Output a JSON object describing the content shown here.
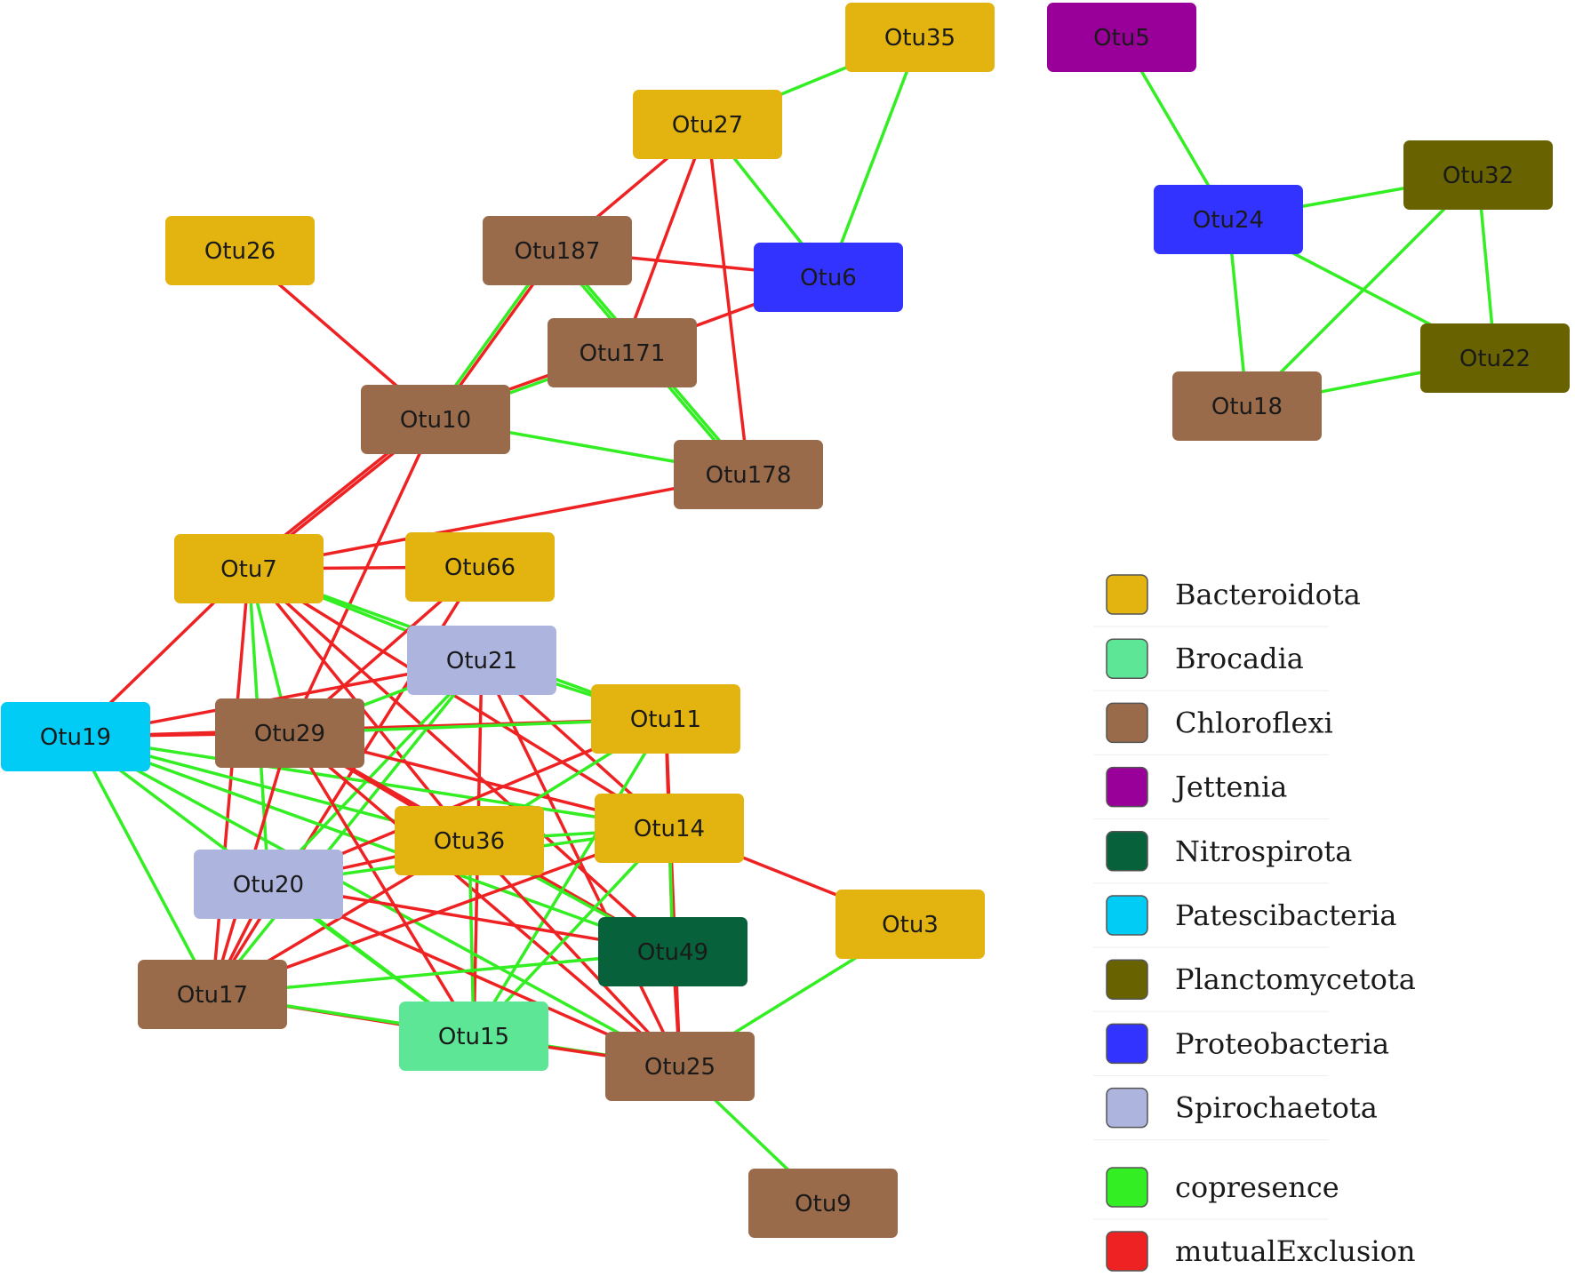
{
  "colors": {
    "copresence": "#33ee22",
    "mutualExclusion": "#ee2222"
  },
  "nodes": [
    {
      "id": "Otu35",
      "label": "Otu35",
      "group": "Bacteroidota"
    },
    {
      "id": "Otu5",
      "label": "Otu5",
      "group": "Jettenia"
    },
    {
      "id": "Otu27",
      "label": "Otu27",
      "group": "Bacteroidota"
    },
    {
      "id": "Otu32",
      "label": "Otu32",
      "group": "Planctomycetota"
    },
    {
      "id": "Otu26",
      "label": "Otu26",
      "group": "Bacteroidota"
    },
    {
      "id": "Otu187",
      "label": "Otu187",
      "group": "Chloroflexi"
    },
    {
      "id": "Otu6",
      "label": "Otu6",
      "group": "Proteobacteria"
    },
    {
      "id": "Otu24",
      "label": "Otu24",
      "group": "Proteobacteria"
    },
    {
      "id": "Otu171",
      "label": "Otu171",
      "group": "Chloroflexi"
    },
    {
      "id": "Otu22",
      "label": "Otu22",
      "group": "Planctomycetota"
    },
    {
      "id": "Otu10",
      "label": "Otu10",
      "group": "Chloroflexi"
    },
    {
      "id": "Otu18",
      "label": "Otu18",
      "group": "Chloroflexi"
    },
    {
      "id": "Otu178",
      "label": "Otu178",
      "group": "Chloroflexi"
    },
    {
      "id": "Otu7",
      "label": "Otu7",
      "group": "Bacteroidota"
    },
    {
      "id": "Otu66",
      "label": "Otu66",
      "group": "Bacteroidota"
    },
    {
      "id": "Otu21",
      "label": "Otu21",
      "group": "Spirochaetota"
    },
    {
      "id": "Otu19",
      "label": "Otu19",
      "group": "Patescibacteria"
    },
    {
      "id": "Otu29",
      "label": "Otu29",
      "group": "Chloroflexi"
    },
    {
      "id": "Otu11",
      "label": "Otu11",
      "group": "Bacteroidota"
    },
    {
      "id": "Otu36",
      "label": "Otu36",
      "group": "Bacteroidota"
    },
    {
      "id": "Otu14",
      "label": "Otu14",
      "group": "Bacteroidota"
    },
    {
      "id": "Otu20",
      "label": "Otu20",
      "group": "Spirochaetota"
    },
    {
      "id": "Otu3",
      "label": "Otu3",
      "group": "Bacteroidota"
    },
    {
      "id": "Otu49",
      "label": "Otu49",
      "group": "Nitrospirota"
    },
    {
      "id": "Otu17",
      "label": "Otu17",
      "group": "Chloroflexi"
    },
    {
      "id": "Otu15",
      "label": "Otu15",
      "group": "Brocadia"
    },
    {
      "id": "Otu25",
      "label": "Otu25",
      "group": "Chloroflexi"
    },
    {
      "id": "Otu9",
      "label": "Otu9",
      "group": "Chloroflexi"
    }
  ],
  "edges": [
    {
      "source": "Otu35",
      "target": "Otu27",
      "type": "copresence"
    },
    {
      "source": "Otu35",
      "target": "Otu6",
      "type": "copresence"
    },
    {
      "source": "Otu27",
      "target": "Otu6",
      "type": "copresence"
    },
    {
      "source": "Otu27",
      "target": "Otu187",
      "type": "mutualExclusion"
    },
    {
      "source": "Otu27",
      "target": "Otu171",
      "type": "mutualExclusion"
    },
    {
      "source": "Otu27",
      "target": "Otu178",
      "type": "mutualExclusion"
    },
    {
      "source": "Otu5",
      "target": "Otu24",
      "type": "copresence"
    },
    {
      "source": "Otu24",
      "target": "Otu32",
      "type": "copresence"
    },
    {
      "source": "Otu24",
      "target": "Otu22",
      "type": "copresence"
    },
    {
      "source": "Otu24",
      "target": "Otu18",
      "type": "copresence"
    },
    {
      "source": "Otu32",
      "target": "Otu22",
      "type": "copresence"
    },
    {
      "source": "Otu32",
      "target": "Otu18",
      "type": "copresence"
    },
    {
      "source": "Otu22",
      "target": "Otu18",
      "type": "copresence"
    },
    {
      "source": "Otu26",
      "target": "Otu10",
      "type": "mutualExclusion"
    },
    {
      "source": "Otu187",
      "target": "Otu6",
      "type": "mutualExclusion"
    },
    {
      "source": "Otu187",
      "target": "Otu10",
      "type": "mutualExclusion"
    },
    {
      "source": "Otu187",
      "target": "Otu10",
      "type": "copresence"
    },
    {
      "source": "Otu187",
      "target": "Otu178",
      "type": "copresence"
    },
    {
      "source": "Otu187",
      "target": "Otu178",
      "type": "copresence"
    },
    {
      "source": "Otu6",
      "target": "Otu171",
      "type": "mutualExclusion"
    },
    {
      "source": "Otu171",
      "target": "Otu10",
      "type": "copresence"
    },
    {
      "source": "Otu171",
      "target": "Otu10",
      "type": "mutualExclusion"
    },
    {
      "source": "Otu10",
      "target": "Otu178",
      "type": "copresence"
    },
    {
      "source": "Otu10",
      "target": "Otu7",
      "type": "mutualExclusion"
    },
    {
      "source": "Otu10",
      "target": "Otu7",
      "type": "mutualExclusion"
    },
    {
      "source": "Otu10",
      "target": "Otu29",
      "type": "mutualExclusion"
    },
    {
      "source": "Otu178",
      "target": "Otu7",
      "type": "mutualExclusion"
    },
    {
      "source": "Otu7",
      "target": "Otu66",
      "type": "mutualExclusion"
    },
    {
      "source": "Otu7",
      "target": "Otu19",
      "type": "mutualExclusion"
    },
    {
      "source": "Otu7",
      "target": "Otu21",
      "type": "copresence"
    },
    {
      "source": "Otu7",
      "target": "Otu11",
      "type": "copresence"
    },
    {
      "source": "Otu7",
      "target": "Otu29",
      "type": "copresence"
    },
    {
      "source": "Otu7",
      "target": "Otu20",
      "type": "copresence"
    },
    {
      "source": "Otu7",
      "target": "Otu17",
      "type": "mutualExclusion"
    },
    {
      "source": "Otu7",
      "target": "Otu36",
      "type": "mutualExclusion"
    },
    {
      "source": "Otu7",
      "target": "Otu14",
      "type": "mutualExclusion"
    },
    {
      "source": "Otu7",
      "target": "Otu49",
      "type": "mutualExclusion"
    },
    {
      "source": "Otu66",
      "target": "Otu29",
      "type": "mutualExclusion"
    },
    {
      "source": "Otu66",
      "target": "Otu17",
      "type": "mutualExclusion"
    },
    {
      "source": "Otu21",
      "target": "Otu19",
      "type": "mutualExclusion"
    },
    {
      "source": "Otu21",
      "target": "Otu29",
      "type": "copresence"
    },
    {
      "source": "Otu21",
      "target": "Otu11",
      "type": "copresence"
    },
    {
      "source": "Otu21",
      "target": "Otu14",
      "type": "mutualExclusion"
    },
    {
      "source": "Otu21",
      "target": "Otu15",
      "type": "mutualExclusion"
    },
    {
      "source": "Otu21",
      "target": "Otu25",
      "type": "mutualExclusion"
    },
    {
      "source": "Otu21",
      "target": "Otu20",
      "type": "copresence"
    },
    {
      "source": "Otu21",
      "target": "Otu17",
      "type": "copresence"
    },
    {
      "source": "Otu19",
      "target": "Otu29",
      "type": "mutualExclusion"
    },
    {
      "source": "Otu19",
      "target": "Otu11",
      "type": "mutualExclusion"
    },
    {
      "source": "Otu19",
      "target": "Otu36",
      "type": "copresence"
    },
    {
      "source": "Otu19",
      "target": "Otu14",
      "type": "copresence"
    },
    {
      "source": "Otu19",
      "target": "Otu15",
      "type": "copresence"
    },
    {
      "source": "Otu19",
      "target": "Otu49",
      "type": "copresence"
    },
    {
      "source": "Otu19",
      "target": "Otu25",
      "type": "copresence"
    },
    {
      "source": "Otu19",
      "target": "Otu17",
      "type": "copresence"
    },
    {
      "source": "Otu29",
      "target": "Otu11",
      "type": "copresence"
    },
    {
      "source": "Otu29",
      "target": "Otu14",
      "type": "mutualExclusion"
    },
    {
      "source": "Otu29",
      "target": "Otu36",
      "type": "mutualExclusion"
    },
    {
      "source": "Otu29",
      "target": "Otu49",
      "type": "mutualExclusion"
    },
    {
      "source": "Otu29",
      "target": "Otu25",
      "type": "mutualExclusion"
    },
    {
      "source": "Otu29",
      "target": "Otu17",
      "type": "mutualExclusion"
    },
    {
      "source": "Otu29",
      "target": "Otu15",
      "type": "mutualExclusion"
    },
    {
      "source": "Otu11",
      "target": "Otu36",
      "type": "copresence"
    },
    {
      "source": "Otu11",
      "target": "Otu20",
      "type": "mutualExclusion"
    },
    {
      "source": "Otu11",
      "target": "Otu49",
      "type": "mutualExclusion"
    },
    {
      "source": "Otu11",
      "target": "Otu25",
      "type": "mutualExclusion"
    },
    {
      "source": "Otu11",
      "target": "Otu15",
      "type": "copresence"
    },
    {
      "source": "Otu36",
      "target": "Otu14",
      "type": "copresence"
    },
    {
      "source": "Otu36",
      "target": "Otu20",
      "type": "mutualExclusion"
    },
    {
      "source": "Otu36",
      "target": "Otu17",
      "type": "mutualExclusion"
    },
    {
      "source": "Otu36",
      "target": "Otu15",
      "type": "copresence"
    },
    {
      "source": "Otu36",
      "target": "Otu49",
      "type": "copresence"
    },
    {
      "source": "Otu36",
      "target": "Otu25",
      "type": "mutualExclusion"
    },
    {
      "source": "Otu14",
      "target": "Otu3",
      "type": "mutualExclusion"
    },
    {
      "source": "Otu14",
      "target": "Otu49",
      "type": "copresence"
    },
    {
      "source": "Otu14",
      "target": "Otu20",
      "type": "copresence"
    },
    {
      "source": "Otu14",
      "target": "Otu17",
      "type": "mutualExclusion"
    },
    {
      "source": "Otu14",
      "target": "Otu15",
      "type": "copresence"
    },
    {
      "source": "Otu20",
      "target": "Otu49",
      "type": "mutualExclusion"
    },
    {
      "source": "Otu20",
      "target": "Otu15",
      "type": "copresence"
    },
    {
      "source": "Otu20",
      "target": "Otu25",
      "type": "mutualExclusion"
    },
    {
      "source": "Otu20",
      "target": "Otu17",
      "type": "mutualExclusion"
    },
    {
      "source": "Otu49",
      "target": "Otu17",
      "type": "copresence"
    },
    {
      "source": "Otu49",
      "target": "Otu25",
      "type": "mutualExclusion"
    },
    {
      "source": "Otu17",
      "target": "Otu15",
      "type": "mutualExclusion"
    },
    {
      "source": "Otu17",
      "target": "Otu25",
      "type": "copresence"
    },
    {
      "source": "Otu15",
      "target": "Otu25",
      "type": "mutualExclusion"
    },
    {
      "source": "Otu3",
      "target": "Otu25",
      "type": "copresence"
    },
    {
      "source": "Otu25",
      "target": "Otu9",
      "type": "copresence"
    }
  ],
  "legend": {
    "groups": [
      {
        "label": "Bacteroidota",
        "color": "#e3b40f"
      },
      {
        "label": "Brocadia",
        "color": "#5ce696"
      },
      {
        "label": "Chloroflexi",
        "color": "#9a6b4a"
      },
      {
        "label": "Jettenia",
        "color": "#990099"
      },
      {
        "label": "Nitrospirota",
        "color": "#07613a"
      },
      {
        "label": "Patescibacteria",
        "color": "#00ccf5"
      },
      {
        "label": "Planctomycetota",
        "color": "#686300"
      },
      {
        "label": "Proteobacteria",
        "color": "#3333ff"
      },
      {
        "label": "Spirochaetota",
        "color": "#adb4de"
      }
    ],
    "edges": [
      {
        "label": "copresence",
        "color": "#33ee22"
      },
      {
        "label": "mutualExclusion",
        "color": "#ee2222"
      }
    ]
  }
}
